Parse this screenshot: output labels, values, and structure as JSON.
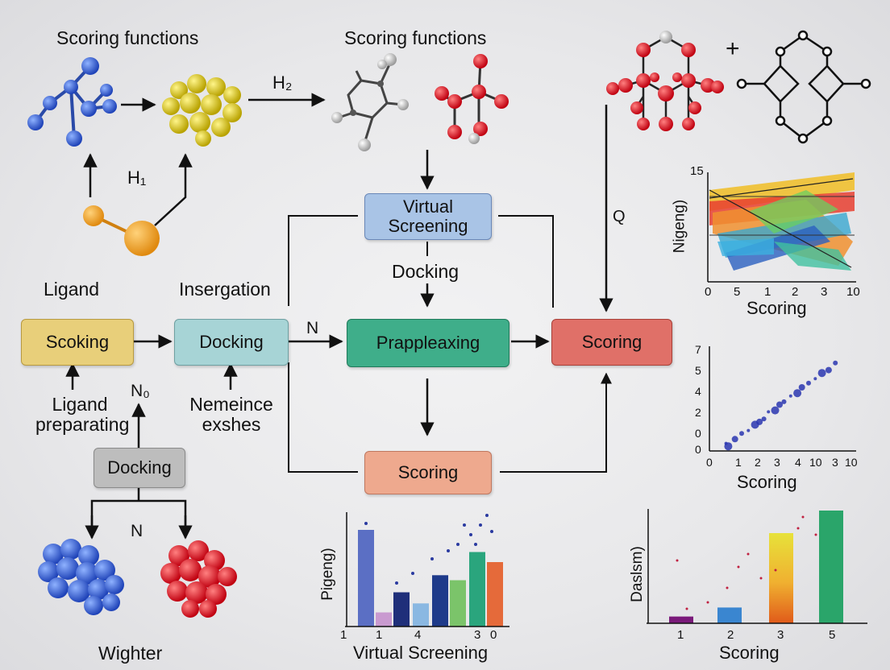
{
  "top": {
    "left_title": "Scoring functions",
    "mid_title": "Scoring functions",
    "h2": "H₂",
    "h1": "H₁",
    "plus": "+",
    "q": "Q"
  },
  "labels": {
    "ligand": "Ligand",
    "insergation": "Insergation",
    "docking_above": "Docking",
    "n_arrow": "N",
    "ligand_prep_line1": "Ligand",
    "ligand_prep_line2": "preparating",
    "n_sub": "N₀",
    "nemeince_line1": "Nemeince",
    "nemeince_line2": "exshes",
    "n_split": "N",
    "wighter": "Wighter"
  },
  "boxes": {
    "scoking": "Scoking",
    "docking_main": "Docking",
    "virtual_screening_line1": "Virtual",
    "virtual_screening_line2": "Screening",
    "prappleaxing": "Prappleaxing",
    "scoring_main": "Scoring",
    "scoring_bottom": "Scoring",
    "docking_gray": "Docking"
  },
  "colors": {
    "scoking": "#e8cf7a",
    "docking_main": "#a7d4d6",
    "virtual_screening": "#a9c4e6",
    "prappleaxing": "#3fae8a",
    "scoring_main": "#e07068",
    "scoring_bottom": "#eea98e",
    "docking_gray": "#bdbdbd"
  },
  "chart_data": [
    {
      "type": "heatmap",
      "ylabel": "Nigeng)",
      "xlabel": "Scoring",
      "y_ticks": [
        "15"
      ],
      "x_ticks": [
        "0",
        "5",
        "1",
        "2",
        "3",
        "10"
      ]
    },
    {
      "type": "scatter",
      "xlabel": "Scoring",
      "y_ticks": [
        "7",
        "5",
        "4",
        "2",
        "0",
        "0"
      ],
      "x_ticks": [
        "0",
        "1",
        "2",
        "3",
        "4",
        "10",
        "3",
        "10"
      ],
      "points": [
        [
          0.6,
          0.3
        ],
        [
          0.7,
          0.1
        ],
        [
          1.0,
          0.6
        ],
        [
          1.3,
          1.0
        ],
        [
          1.6,
          1.2
        ],
        [
          1.9,
          1.6
        ],
        [
          2.1,
          1.8
        ],
        [
          2.3,
          2.0
        ],
        [
          2.5,
          2.5
        ],
        [
          2.8,
          2.6
        ],
        [
          3.0,
          3.0
        ],
        [
          3.2,
          3.2
        ],
        [
          3.5,
          3.6
        ],
        [
          3.8,
          3.8
        ],
        [
          4.0,
          4.2
        ],
        [
          4.3,
          4.5
        ],
        [
          4.6,
          4.8
        ],
        [
          4.9,
          5.2
        ],
        [
          5.2,
          5.4
        ],
        [
          5.5,
          5.9
        ]
      ]
    },
    {
      "type": "bar",
      "ylabel": "Pigeng)",
      "xlabel": "Virtual Screening",
      "x_ticks": [
        "1",
        "1",
        "4",
        "3",
        "0"
      ],
      "values": [
        9.6,
        1.4,
        3.4,
        2.3,
        5.1,
        4.6,
        7.4,
        6.4
      ],
      "colors": [
        "#5b6fc4",
        "#c99ad0",
        "#1f2f7a",
        "#8ab8e2",
        "#1e3a8a",
        "#7bc46a",
        "#2aa57d",
        "#e56a3a"
      ]
    },
    {
      "type": "bar",
      "ylabel": "Daslsm)",
      "xlabel": "Scoring",
      "categories": [
        "1",
        "2",
        "3",
        "5"
      ],
      "values": [
        0.6,
        1.4,
        8.0,
        10.0
      ],
      "colors": [
        "#7a1a7a",
        "#3a86d0",
        "#e9c43a",
        "#2aa56a"
      ]
    }
  ]
}
